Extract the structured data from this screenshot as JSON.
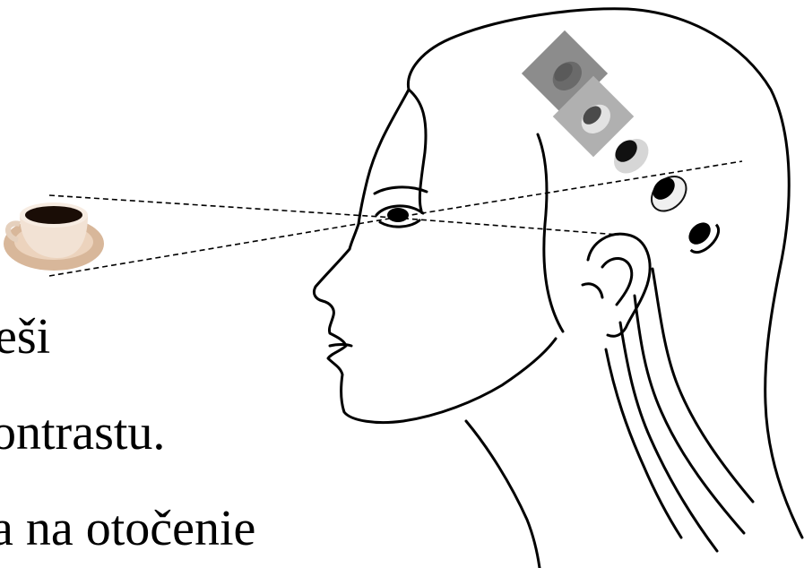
{
  "text_lines": [
    "eši",
    "ontrastu.",
    "a na otočenie"
  ],
  "icons": {
    "coffee": "coffee-cup-icon",
    "head": "human-head-profile-icon"
  },
  "colors": {
    "ink": "#000000",
    "background": "#ffffff",
    "coffee": "#1a0d06",
    "saucer": "#d8b79a"
  }
}
